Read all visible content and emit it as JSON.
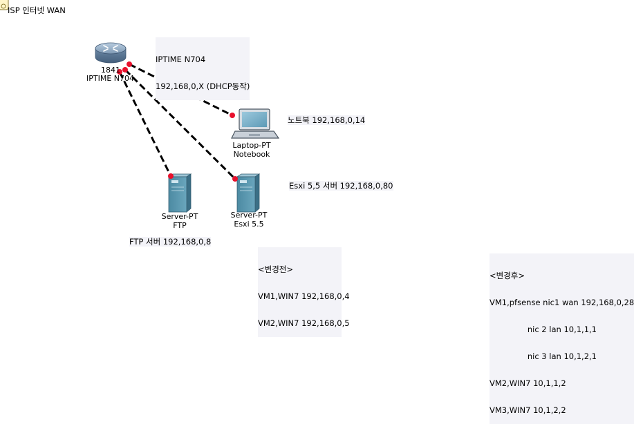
{
  "wan_label": "ISP 인터넷 WAN",
  "router": {
    "model_label": "1841",
    "name_label": "IPTIME N704",
    "note_title": "IPTIME N704",
    "note_ip": "192,168,0,X (DHCP동작)"
  },
  "laptop": {
    "type_label": "Laptop-PT",
    "name_label": "Notebook",
    "note": "노트북 192,168,0,14"
  },
  "ftp_server": {
    "type_label": "Server-PT",
    "name_label": "FTP",
    "note": "FTP 서버 192,168,0,8"
  },
  "esxi_server": {
    "type_label": "Server-PT",
    "name_label": "Esxi 5.5",
    "note": "Esxi 5,5 서버 192,168,0,80"
  },
  "before_change": {
    "title": "<변경전>",
    "lines": [
      "VM1,WIN7 192,168,0,4",
      "VM2,WIN7 192,168,0,5"
    ]
  },
  "after_change": {
    "title": "<변경후>",
    "lines": [
      "VM1,pfsense nic1 wan 192,168,0,28",
      "               nic 2 lan 10,1,1,1",
      "               nic 3 lan 10,1,2,1",
      "VM2,WIN7 10,1,1,2",
      "VM3,WIN7 10,1,2,2"
    ]
  },
  "colors": {
    "link": "#000000",
    "port": "#e8112d",
    "router_body": "#7a98b6",
    "device_body": "#5a8fa6",
    "note_bg": "#f3f3f8"
  },
  "icons": [
    "router-icon",
    "laptop-icon",
    "server-icon",
    "server-icon",
    "note-icon"
  ]
}
